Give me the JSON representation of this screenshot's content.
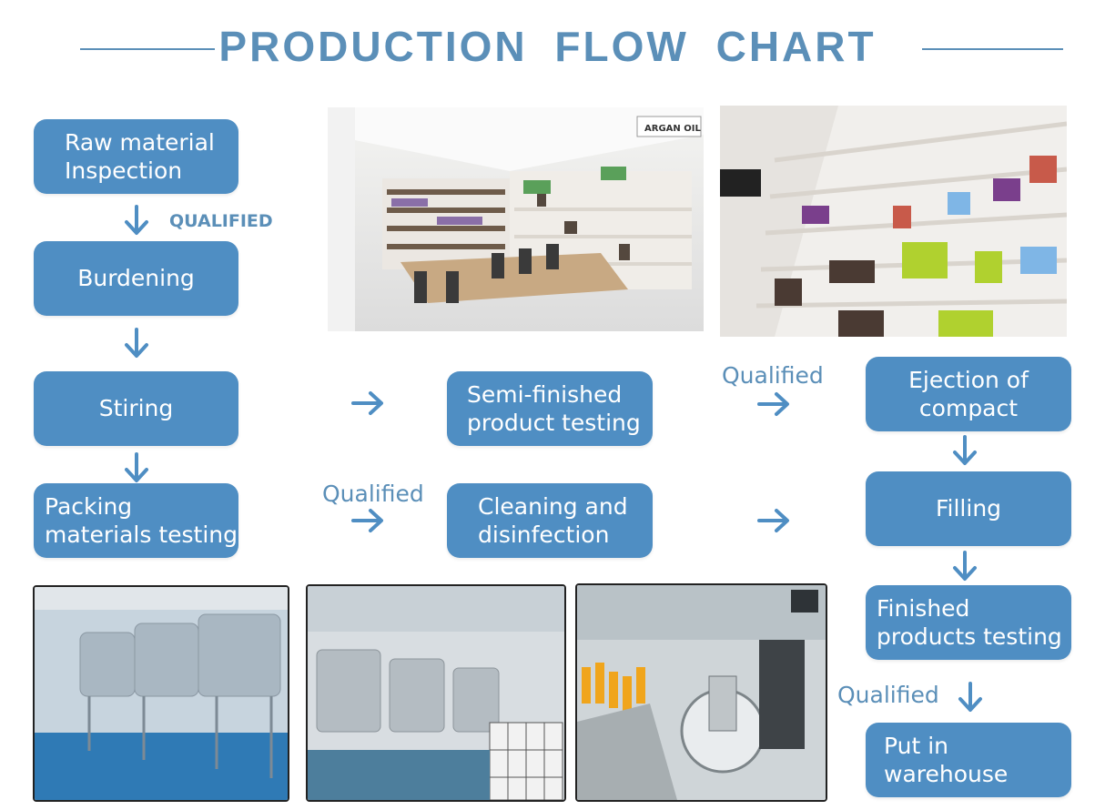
{
  "title": "PRODUCTION FLOW CHART",
  "steps": {
    "raw_material": "Raw material\nInspection",
    "burdening": "Burdening",
    "stiring": "Stiring",
    "packing": "Packing\nmaterials testing",
    "semi_finished": "Semi-finished\nproduct testing",
    "cleaning": "Cleaning and\ndisinfection",
    "ejection": "Ejection of\ncompact",
    "filling": "Filling",
    "finished": "Finished\nproducts testing",
    "warehouse": "Put in\nwarehouse"
  },
  "labels": {
    "qualified_caps": "QUALIFIED",
    "qualified_1": "Qualified",
    "qualified_2": "Qualified",
    "qualified_3": "Qualified"
  },
  "colors": {
    "box": "#4f8ec3",
    "arrow": "#4f8ec3",
    "text_accent": "#5b8fb8"
  }
}
